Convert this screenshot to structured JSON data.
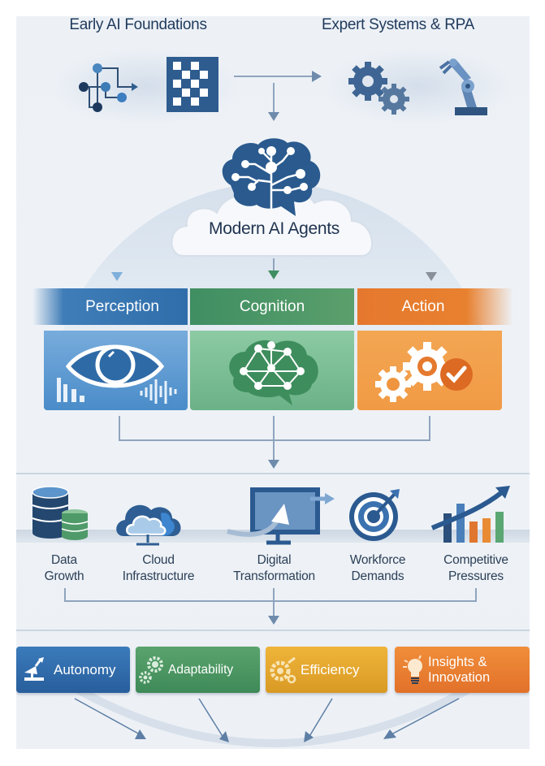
{
  "top": {
    "left_title": "Early AI Foundations",
    "right_title": "Expert Systems & RPA",
    "left_icons": [
      "flowchart-icon",
      "checkerboard-icon"
    ],
    "right_icons": [
      "gears-icon",
      "robot-arm-icon"
    ]
  },
  "center": {
    "title": "Modern AI Agents",
    "icon": "brain-circuit-icon"
  },
  "pillars": [
    {
      "label": "Perception",
      "icon": "eye-waveform-icon",
      "color": "#2f6eaa"
    },
    {
      "label": "Cognition",
      "icon": "brain-network-icon",
      "color": "#3f8e62"
    },
    {
      "label": "Action",
      "icon": "gears-check-icon",
      "color": "#e5782e"
    }
  ],
  "drivers": [
    {
      "line1": "Data",
      "line2": "Growth",
      "icon": "database-icon"
    },
    {
      "line1": "Cloud",
      "line2": "Infrastructure",
      "icon": "cloud-network-icon"
    },
    {
      "line1": "Digital",
      "line2": "Transformation",
      "icon": "monitor-arrow-icon"
    },
    {
      "line1": "Workforce",
      "line2": "Demands",
      "icon": "target-icon"
    },
    {
      "line1": "Competitive",
      "line2": "Pressures",
      "icon": "growth-chart-icon"
    }
  ],
  "outcomes": [
    {
      "line1": "Autonomy",
      "line2": "",
      "icon": "robot-arm-icon",
      "color": "#2d66a3"
    },
    {
      "line1": "Adaptability",
      "line2": "",
      "icon": "gears-icon",
      "color": "#3e8a58"
    },
    {
      "line1": "Efficiency",
      "line2": "",
      "icon": "gear-speed-icon",
      "color": "#e0a227"
    },
    {
      "line1": "Insights &",
      "line2": "Innovation",
      "icon": "lightbulb-icon",
      "color": "#e2712a"
    }
  ]
}
